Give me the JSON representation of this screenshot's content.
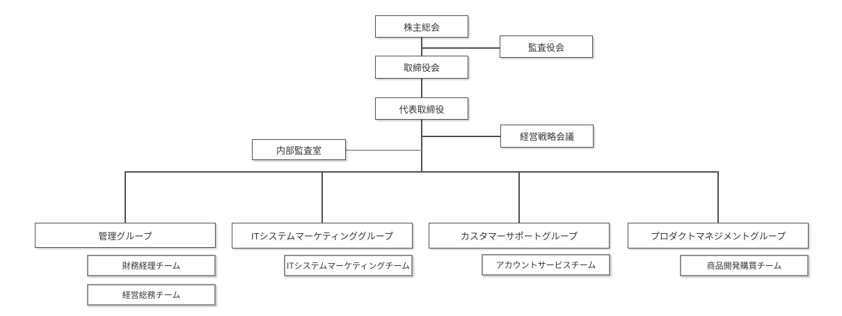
{
  "org_chart": {
    "type": "organization-chart",
    "nodes": {
      "shareholders_meeting": "株主総会",
      "audit_committee": "監査役会",
      "board_of_directors": "取締役会",
      "representative_director": "代表取締役",
      "management_strategy_meeting": "経営戦略会議",
      "internal_audit_office": "内部監査室"
    },
    "groups": [
      {
        "label": "管理グループ",
        "teams": [
          "財務経理チーム",
          "経営総務チーム"
        ]
      },
      {
        "label": "ITシステムマーケティンググループ",
        "teams": [
          "ITシステムマーケティングチーム"
        ]
      },
      {
        "label": "カスタマーサポートグループ",
        "teams": [
          "アカウントサービスチーム"
        ]
      },
      {
        "label": "プロダクトマネジメントグループ",
        "teams": [
          "商品開発購買チーム"
        ]
      }
    ],
    "edges": [
      {
        "from": "株主総会",
        "to": "取締役会"
      },
      {
        "from": "株主総会",
        "to": "監査役会"
      },
      {
        "from": "取締役会",
        "to": "代表取締役"
      },
      {
        "from": "代表取締役",
        "to": "経営戦略会議"
      },
      {
        "from": "代表取締役",
        "to": "内部監査室"
      },
      {
        "from": "代表取締役",
        "to": "管理グループ"
      },
      {
        "from": "代表取締役",
        "to": "ITシステムマーケティンググループ"
      },
      {
        "from": "代表取締役",
        "to": "カスタマーサポートグループ"
      },
      {
        "from": "代表取締役",
        "to": "プロダクトマネジメントグループ"
      }
    ],
    "colors": {
      "node_border": "#4d4d4d",
      "team_border": "#8f8f8f",
      "connector": "#4d4d4d",
      "secondary_connector": "#a6a6a6",
      "text": "#333333",
      "background": "#ffffff"
    }
  }
}
